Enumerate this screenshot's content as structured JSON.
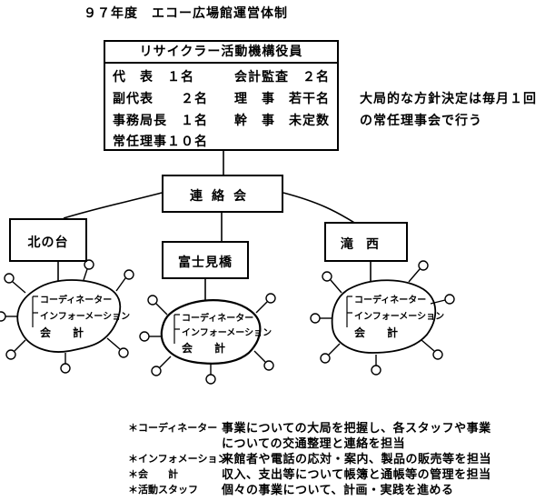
{
  "title": "９７年度　エコー広場館運営体制",
  "officers": {
    "heading": "リサイクラー活動機構役員",
    "rows": [
      {
        "a": "代　表　１名",
        "b": "会計監査　２名"
      },
      {
        "a": "副代表　　２名",
        "b": "理　事　若干名"
      },
      {
        "a": "事務局長　１名",
        "b": "幹　事　未定数"
      },
      {
        "a": "常任理事１０名",
        "b": ""
      }
    ]
  },
  "policy_note": [
    "大局的な方針決定は毎月１回",
    "の常任理事会で行う"
  ],
  "hub": {
    "label": "連絡会"
  },
  "branches": [
    {
      "label": "北の台"
    },
    {
      "label": "富士見橋"
    },
    {
      "label": "滝西"
    }
  ],
  "blob_lines": [
    "コーディネーター",
    "インフォーメーション",
    "会　　計"
  ],
  "legend": [
    {
      "key": "＊コーディネーター",
      "desc": [
        "事業についての大局を把握し、各スタッフや事業",
        "についての交通整理と連絡を担当"
      ]
    },
    {
      "key": "＊インフォメーション",
      "desc": [
        "来館者や電話の応対・案内、製品の販売等を担当"
      ]
    },
    {
      "key": "＊会　　計",
      "desc": [
        "収入、支出等について帳簿と通帳等の管理を担当"
      ]
    },
    {
      "key": "＊活動スタッフ",
      "desc": [
        "個々の事業について、計画・実践を進める"
      ]
    }
  ]
}
